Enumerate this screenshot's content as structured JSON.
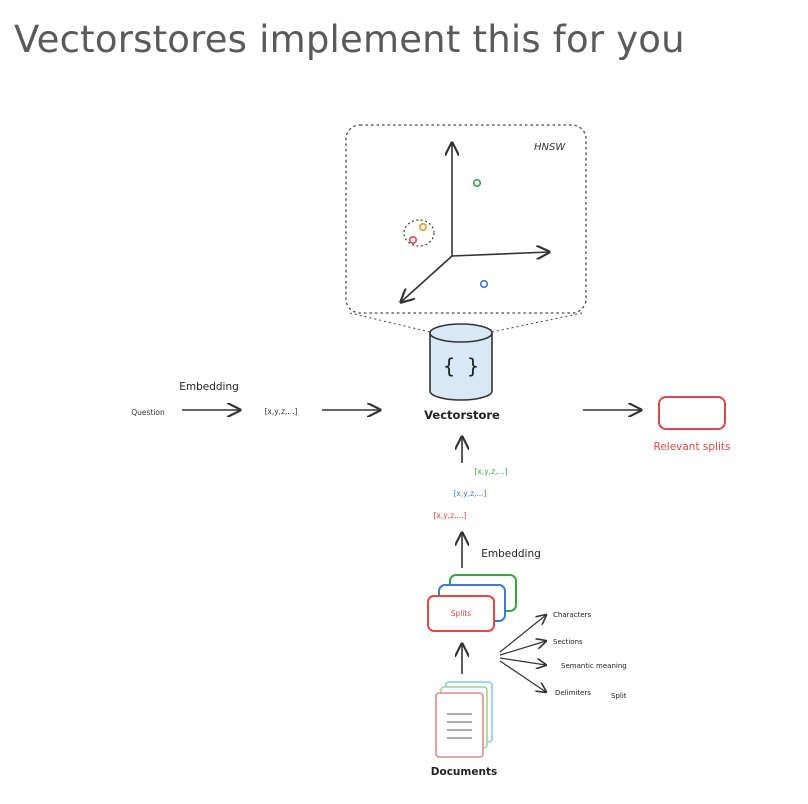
{
  "slide": {
    "title": "Vectorstores implement this for you"
  },
  "diagram": {
    "hnsw_label": "HNSW",
    "db_symbol": "{ }",
    "vectorstore_label": "Vectorstore",
    "question_label": "Question",
    "embedding_top_label": "Embedding",
    "question_vector_label": "[x,y,z,...]",
    "relevant_splits_label": "Relevant splits",
    "vector_green": "[x,y,z,...]",
    "vector_blue": "[x,y,z,...]",
    "vector_red": "[x,y,z,...]",
    "embedding_bottom_label": "Embedding",
    "splits_label": "Splits",
    "split_methods": [
      "Characters",
      "Sections",
      "Semantic meaning",
      "Delimiters"
    ],
    "split_word": "Split",
    "documents_label": "Documents",
    "colors": {
      "red": "#e04848",
      "blue": "#3b7ad6",
      "green": "#3aa34a",
      "orange": "#e09a2b",
      "db_fill": "#d9e8f7"
    }
  }
}
